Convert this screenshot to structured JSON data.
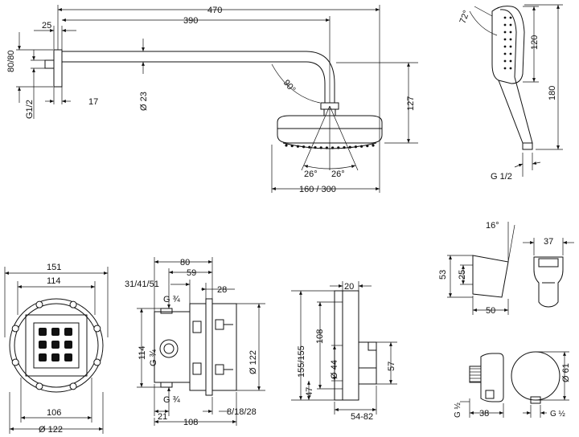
{
  "shower_arm": {
    "dims": {
      "total_length": "470",
      "arm_length": "390",
      "flange_depth": "25",
      "flange_diameter": "80/80",
      "thread": "G1/2",
      "offset": "17",
      "tube_diameter": "Ø 23",
      "bend_angle": "90°",
      "height": "127",
      "spray_angle_left": "26°",
      "spray_angle_right": "26°",
      "head_diameter": "160 / 300"
    }
  },
  "hand_shower": {
    "dims": {
      "tilt_angle": "72°",
      "head_length": "120",
      "total_length": "180",
      "thread": "G 1/2"
    }
  },
  "mounting_box_front": {
    "dims": {
      "outer_width": "151",
      "inner_width": "114",
      "bottom_width": "106",
      "diameter": "Ø 122"
    }
  },
  "mounting_box_side": {
    "dims": {
      "top_width": "80",
      "inner_width": "59",
      "depth_range": "31/41/51",
      "depth": "28",
      "port_top": "G ¾",
      "port_left": "G ¾",
      "port_bottom": "G ¾",
      "height": "114",
      "diameter": "Ø 122",
      "offset": "21",
      "total_width": "108",
      "range": "8/18/28"
    }
  },
  "thermostat": {
    "dims": {
      "width": "20",
      "height": "155/155",
      "inner_height": "108",
      "diameter": "Ø 44",
      "lower_height": "47",
      "knob_height": "57",
      "depth_range": "54-82"
    }
  },
  "wall_bracket": {
    "dims": {
      "angle": "16°",
      "height": "53",
      "inner_height": "25",
      "depth": "50",
      "width": "37"
    }
  },
  "wall_outlet": {
    "dims": {
      "thread_left": "G ½",
      "length": "38",
      "diameter": "Ø 61",
      "thread_right": "G ½"
    }
  }
}
